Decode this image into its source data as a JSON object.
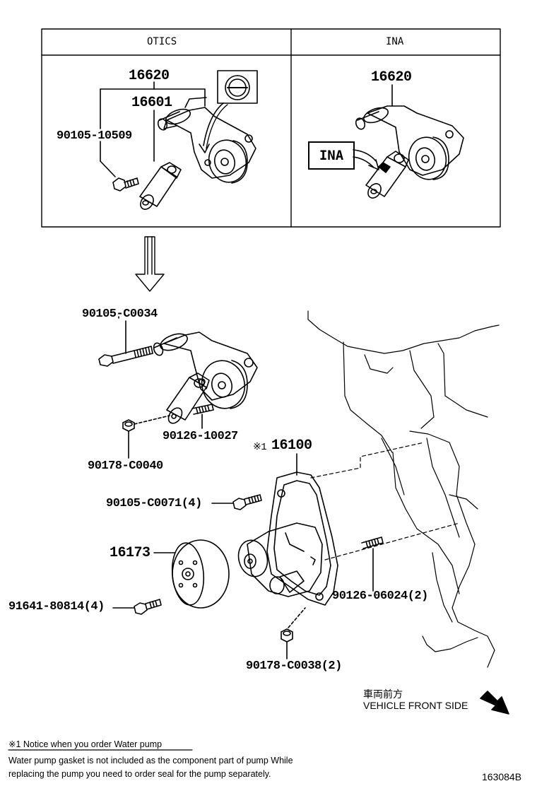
{
  "table": {
    "col_left": "OTICS",
    "col_right": "INA"
  },
  "otics": {
    "part_16620": "16620",
    "part_16601": "16601",
    "bolt": "90105-10509"
  },
  "ina": {
    "part_16620": "16620",
    "label_box": "INA"
  },
  "main": {
    "bolt_top": "90105-C0034",
    "stud_tensioner": "90126-10027",
    "nut_tensioner": "90178-C0040",
    "water_pump_mark": "※1",
    "water_pump": "16100",
    "bolt_pump": "90105-C0071(4)",
    "pulley": "16173",
    "pulley_bolt": "91641-80814(4)",
    "stud_pump": "90126-06024(2)",
    "nut_pump": "90178-C0038(2)"
  },
  "front": {
    "jp": "車両前方",
    "en": "VEHICLE FRONT SIDE"
  },
  "notice": {
    "title": "※1 Notice when you order Water pump",
    "line1": "Water pump gasket is not included as the component part of pump While",
    "line2": "replacing the pump you need to order seal for the pump separately."
  },
  "diagram_code": "163084B"
}
